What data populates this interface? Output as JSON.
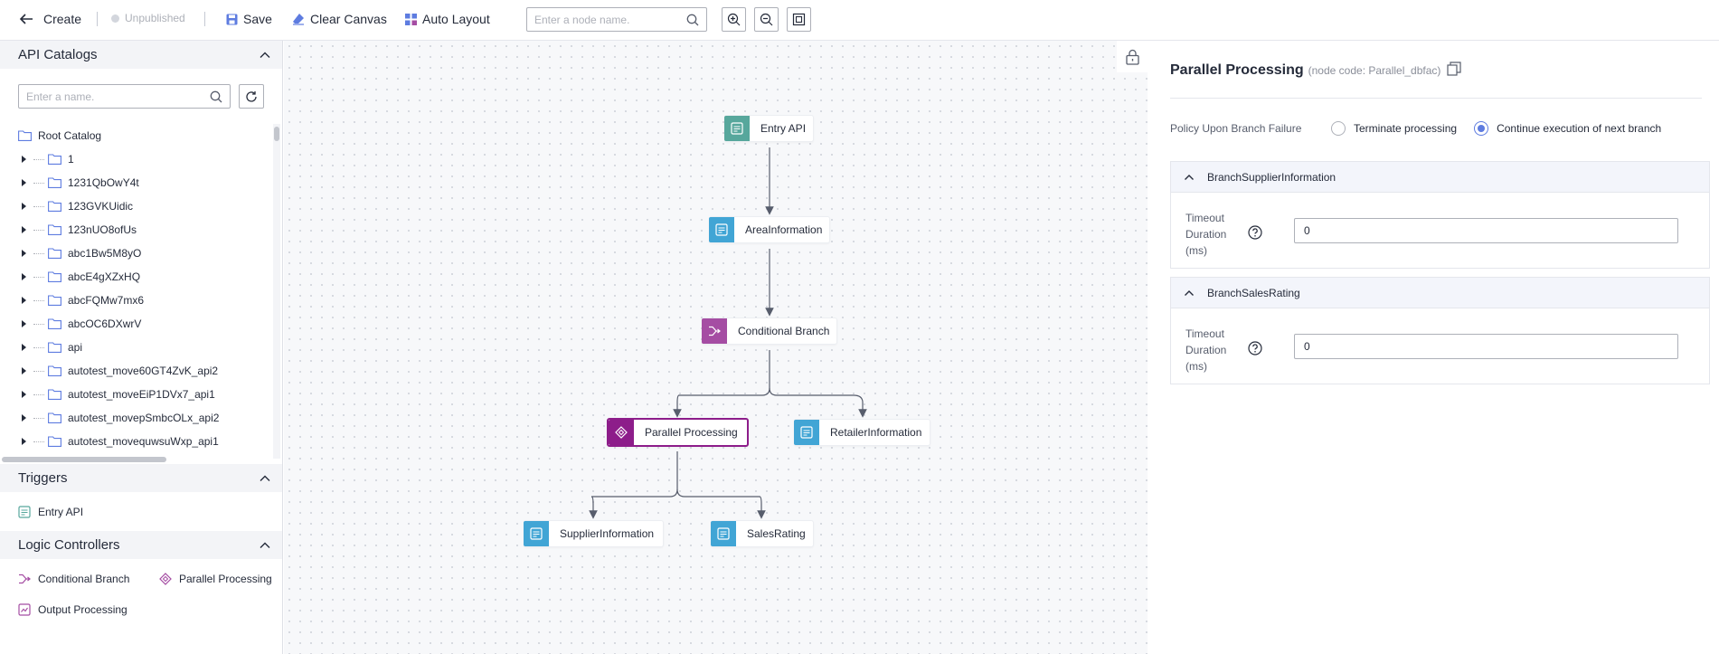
{
  "toolbar": {
    "back_label": "Create",
    "status": "Unpublished",
    "save_label": "Save",
    "clear_label": "Clear Canvas",
    "auto_layout_label": "Auto Layout",
    "search_placeholder": "Enter a node name.",
    "zoom_in_icon": "zoom-in-icon",
    "zoom_out_icon": "zoom-out-icon",
    "fit_icon": "fit-screen-icon"
  },
  "left": {
    "catalogs": {
      "title": "API Catalogs",
      "search_placeholder": "Enter a name.",
      "root": "Root Catalog",
      "items": [
        "1",
        "1231QbOwY4t",
        "123GVKUidic",
        "123nUO8ofUs",
        "abc1Bw5M8yO",
        "abcE4gXZxHQ",
        "abcFQMw7mx6",
        "abcOC6DXwrV",
        "api",
        "autotest_move60GT4ZvK_api2",
        "autotest_moveEiP1DVx7_api1",
        "autotest_movepSmbcOLx_api2",
        "autotest_movequwsuWxp_api1"
      ]
    },
    "triggers": {
      "title": "Triggers",
      "items": [
        "Entry API"
      ]
    },
    "logic": {
      "title": "Logic Controllers",
      "items": [
        "Conditional Branch",
        "Parallel Processing",
        "Output Processing"
      ]
    }
  },
  "canvas": {
    "nodes": {
      "entry": "Entry API",
      "area": "AreaInformation",
      "cond": "Conditional Branch",
      "parallel": "Parallel Processing",
      "retailer": "RetailerInformation",
      "supplier": "SupplierInformation",
      "sales": "SalesRating"
    }
  },
  "panel": {
    "title": "Parallel Processing",
    "node_code": "(node code: Parallel_dbfac)",
    "policy_label": "Policy Upon Branch Failure",
    "policy_options": [
      "Terminate processing",
      "Continue execution of next branch"
    ],
    "policy_selected": "Continue execution of next branch",
    "branches": [
      {
        "name": "BranchSupplierInformation",
        "timeout_label": "Timeout Duration (ms)",
        "timeout_value": "0"
      },
      {
        "name": "BranchSalesRating",
        "timeout_label": "Timeout Duration (ms)",
        "timeout_value": "0"
      }
    ]
  },
  "colors": {
    "accent": "#5e7ce0",
    "parallel": "#8d1d8a",
    "conditional": "#a54da3",
    "api_node": "#41a5d5",
    "trigger_node": "#57a79c"
  }
}
